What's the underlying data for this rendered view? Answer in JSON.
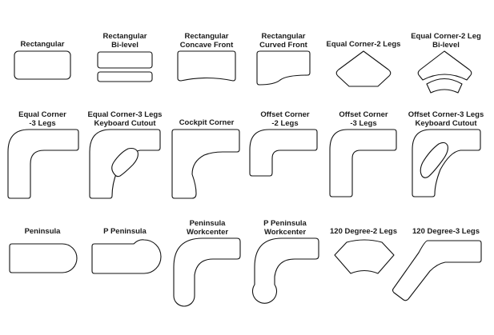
{
  "shapes": {
    "rectangular": {
      "line1": "Rectangular",
      "line2": ""
    },
    "rectangular_bilevel": {
      "line1": "Rectangular",
      "line2": "Bi-level"
    },
    "rectangular_concave_front": {
      "line1": "Rectangular",
      "line2": "Concave Front"
    },
    "rectangular_curved_front": {
      "line1": "Rectangular",
      "line2": "Curved Front"
    },
    "equal_corner_2_legs": {
      "line1": "Equal Corner-2 Legs",
      "line2": ""
    },
    "equal_corner_2_leg_bilevel": {
      "line1": "Equal Corner-2 Leg",
      "line2": "Bi-level"
    },
    "equal_corner_3_legs": {
      "line1": "Equal Corner",
      "line2": "-3 Legs"
    },
    "equal_corner_3_legs_keyboard_cutout": {
      "line1": "Equal Corner-3 Legs",
      "line2": "Keyboard Cutout"
    },
    "cockpit_corner": {
      "line1": "Cockpit Corner",
      "line2": ""
    },
    "offset_corner_2_legs": {
      "line1": "Offset Corner",
      "line2": "-2 Legs"
    },
    "offset_corner_3_legs": {
      "line1": "Offset Corner",
      "line2": "-3 Legs"
    },
    "offset_corner_3_legs_keyboard_cutout": {
      "line1": "Offset Corner-3 Legs",
      "line2": "Keyboard Cutout"
    },
    "peninsula": {
      "line1": "Peninsula",
      "line2": ""
    },
    "p_peninsula": {
      "line1": "P Peninsula",
      "line2": ""
    },
    "peninsula_workcenter": {
      "line1": "Peninsula",
      "line2": "Workcenter"
    },
    "p_peninsula_workcenter": {
      "line1": "P Peninsula",
      "line2": "Workcenter"
    },
    "degree_120_2_legs": {
      "line1": "120 Degree-2 Legs",
      "line2": ""
    },
    "degree_120_3_legs": {
      "line1": "120 Degree-3 Legs",
      "line2": ""
    }
  }
}
